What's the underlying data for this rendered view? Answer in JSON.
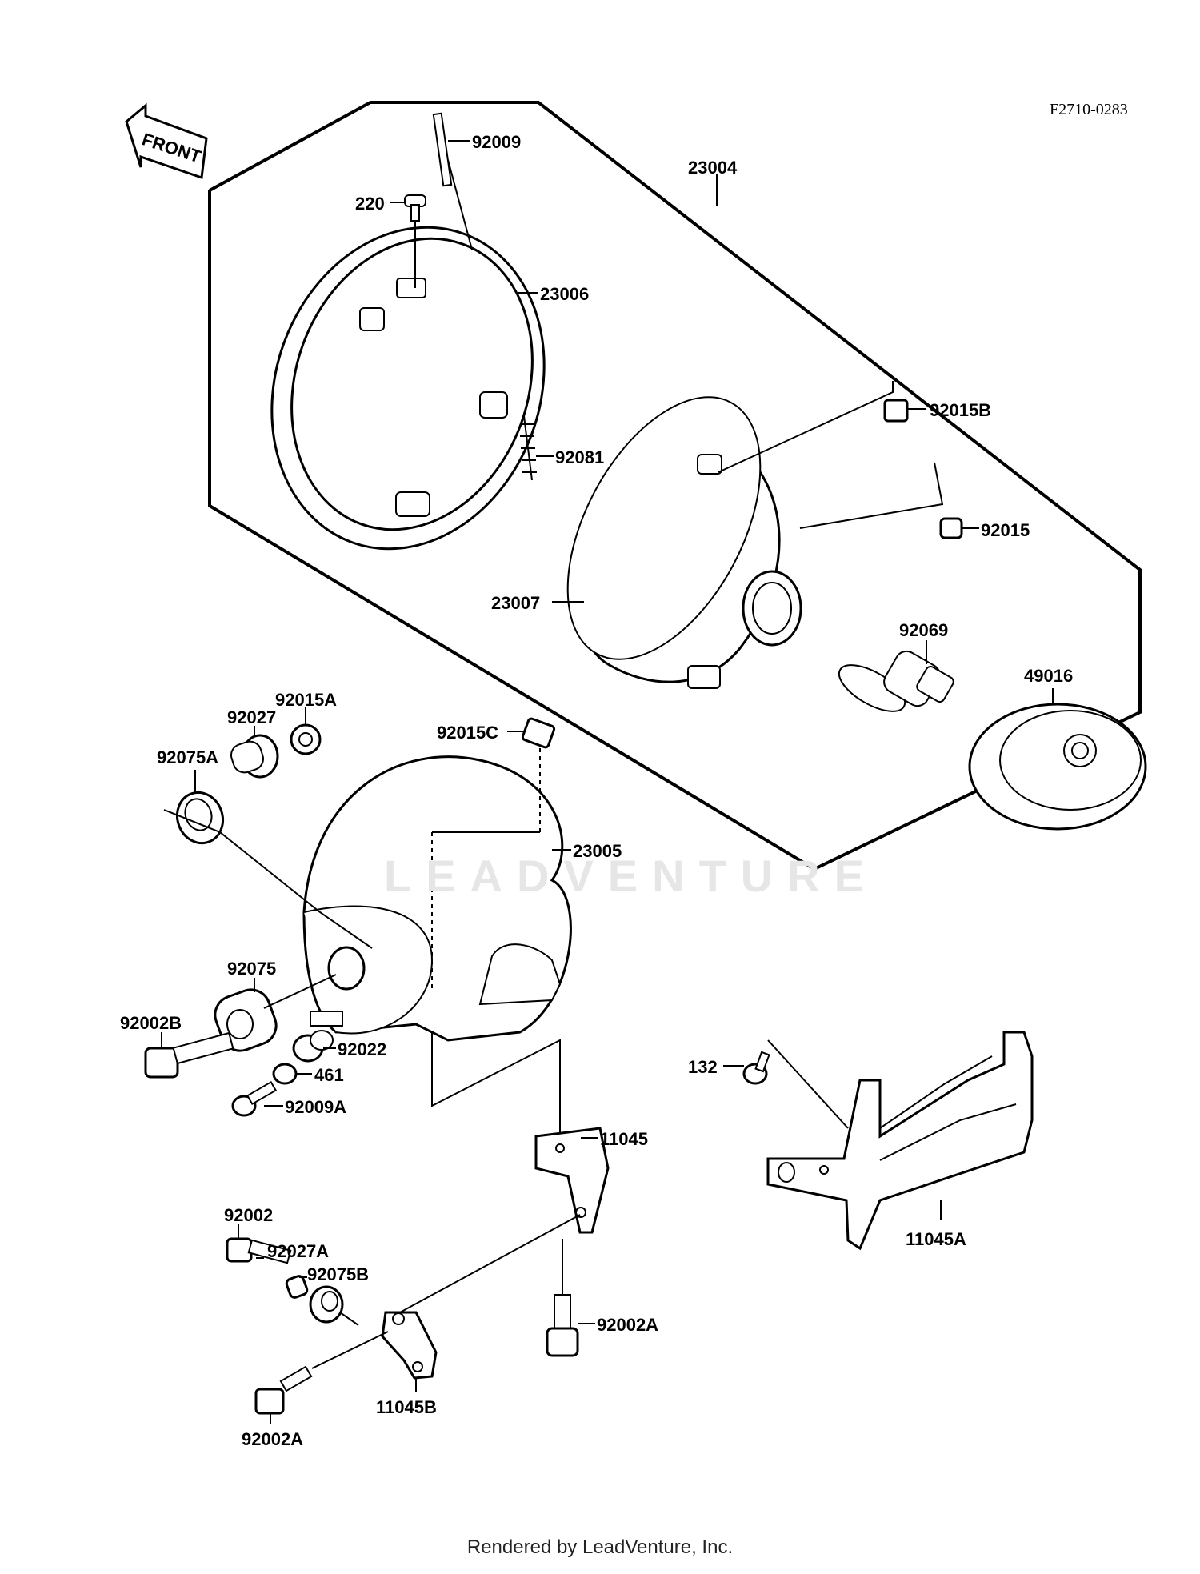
{
  "reference_code": "F2710-0283",
  "front_arrow_label": "FRONT",
  "watermark_text": "LEADVENTURE",
  "footer_text": "Rendered by LeadVenture, Inc.",
  "part_labels": [
    {
      "id": "p92009",
      "text": "92009"
    },
    {
      "id": "p23004",
      "text": "23004"
    },
    {
      "id": "p220",
      "text": "220"
    },
    {
      "id": "p23006",
      "text": "23006"
    },
    {
      "id": "p92015B",
      "text": "92015B"
    },
    {
      "id": "p92081",
      "text": "92081"
    },
    {
      "id": "p92015",
      "text": "92015"
    },
    {
      "id": "p23007",
      "text": "23007"
    },
    {
      "id": "p92069",
      "text": "92069"
    },
    {
      "id": "p49016",
      "text": "49016"
    },
    {
      "id": "p92015A",
      "text": "92015A"
    },
    {
      "id": "p92027",
      "text": "92027"
    },
    {
      "id": "p92015C",
      "text": "92015C"
    },
    {
      "id": "p92075A",
      "text": "92075A"
    },
    {
      "id": "p23005",
      "text": "23005"
    },
    {
      "id": "p92075",
      "text": "92075"
    },
    {
      "id": "p92002B",
      "text": "92002B"
    },
    {
      "id": "p92022",
      "text": "92022"
    },
    {
      "id": "p461",
      "text": "461"
    },
    {
      "id": "p92009A",
      "text": "92009A"
    },
    {
      "id": "p132",
      "text": "132"
    },
    {
      "id": "p11045",
      "text": "11045"
    },
    {
      "id": "p11045A",
      "text": "11045A"
    },
    {
      "id": "p92002",
      "text": "92002"
    },
    {
      "id": "p92027A",
      "text": "92027A"
    },
    {
      "id": "p92075B",
      "text": "92075B"
    },
    {
      "id": "p92002A_1",
      "text": "92002A"
    },
    {
      "id": "p92002A_2",
      "text": "92002A"
    },
    {
      "id": "p11045B",
      "text": "11045B"
    }
  ]
}
